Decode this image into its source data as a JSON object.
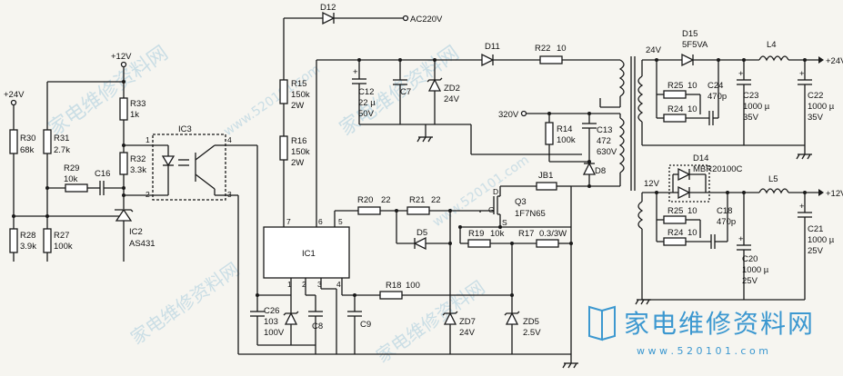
{
  "supply": {
    "p24": "+24V",
    "p12": "+12V",
    "ac": "AC220V",
    "v320": "320V"
  },
  "parts": {
    "d12": "D12",
    "r15": [
      "R15",
      "150k",
      "2W"
    ],
    "r16": [
      "R16",
      "150k",
      "2W"
    ],
    "r30": [
      "R30",
      "68k"
    ],
    "r28": [
      "R28",
      "3.9k"
    ],
    "r31": [
      "R31",
      "2.7k"
    ],
    "r27": [
      "R27",
      "100k"
    ],
    "r29": [
      "R29",
      "10k"
    ],
    "c16": "C16",
    "r33": [
      "R33",
      "1k"
    ],
    "r32": [
      "R32",
      "3.3k"
    ],
    "ic2": [
      "IC2",
      "AS431"
    ],
    "ic3": "IC3",
    "ic1": "IC1",
    "c12": [
      "C12",
      "22 µ",
      "50V"
    ],
    "c7": "C7",
    "zd2": [
      "ZD2",
      "24V"
    ],
    "d11": "D11",
    "r22": [
      "R22",
      "10"
    ],
    "r14": [
      "R14",
      "100k"
    ],
    "c13": [
      "C13",
      "472",
      "630V"
    ],
    "d8": "D8",
    "jb1": "JB1",
    "q3": [
      "Q3",
      "1F7N65"
    ],
    "r20": [
      "R20",
      "22"
    ],
    "r21": [
      "R21",
      "22"
    ],
    "d5": "D5",
    "r19": [
      "R19",
      "10k"
    ],
    "r17": [
      "R17",
      "0.3/3W"
    ],
    "r18": [
      "R18",
      "100"
    ],
    "c26": [
      "C26",
      "103",
      "100V"
    ],
    "c8": "C8",
    "c9": "C9",
    "zd7": [
      "ZD7",
      "24V"
    ],
    "zd5": [
      "ZD5",
      "2.5V"
    ],
    "d15": [
      "D15",
      "5F5VA"
    ],
    "l4": "L4",
    "r25a": [
      "R25",
      "10"
    ],
    "r24a": [
      "R24",
      "10"
    ],
    "c24": [
      "C24",
      "470p"
    ],
    "c23": [
      "C23",
      "1000 µ",
      "35V"
    ],
    "c22": [
      "C22",
      "1000 µ",
      "35V"
    ],
    "d14": [
      "D14",
      "MBR20100C"
    ],
    "l5": "L5",
    "r25b": [
      "R25",
      "10"
    ],
    "r24b": [
      "R24",
      "10"
    ],
    "c18": [
      "C18",
      "470p"
    ],
    "c20": [
      "C20",
      "1000 µ",
      "25V"
    ],
    "c21": [
      "C21",
      "1000 µ",
      "25V"
    ]
  },
  "outputs": {
    "out24": "+24V",
    "out12": "+12V",
    "v24": "24V",
    "v12": "12V"
  },
  "pins": [
    "1",
    "2",
    "3",
    "4",
    "5",
    "6",
    "7",
    "G",
    "D",
    "S"
  ],
  "watermarks": {
    "cn": "家电维修资料网",
    "url_small": "www.520101.com",
    "brand_url": "www.520101.com",
    "url_logo": "w w w . 5 2 0 1 0 1 . c o m"
  },
  "colors": {
    "ink": "#1a1a1a",
    "paper": "#f6f5f0",
    "watermark": "#5aa0c8"
  }
}
